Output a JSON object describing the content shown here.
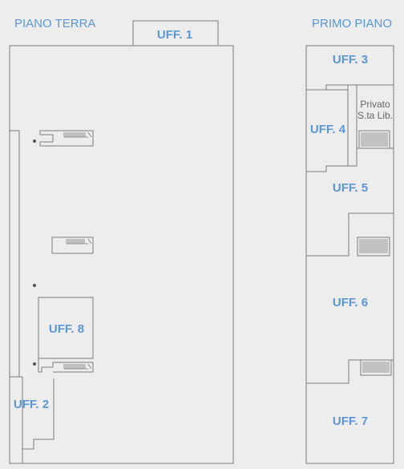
{
  "floors": {
    "ground": {
      "title": "PIANO TERRA"
    },
    "first": {
      "title": "PRIMO PIANO"
    }
  },
  "offices": {
    "uff1": "UFF. 1",
    "uff2": "UFF. 2",
    "uff3": "UFF. 3",
    "uff4": "UFF. 4",
    "uff5": "UFF. 5",
    "uff6": "UFF. 6",
    "uff7": "UFF. 7",
    "uff8": "UFF. 8"
  },
  "private_room": {
    "line1": "Privato",
    "line2": "S.ta Lib."
  },
  "colors": {
    "label": "#5b97d4",
    "wall": "#7a7a7a",
    "background": "#ededee"
  }
}
